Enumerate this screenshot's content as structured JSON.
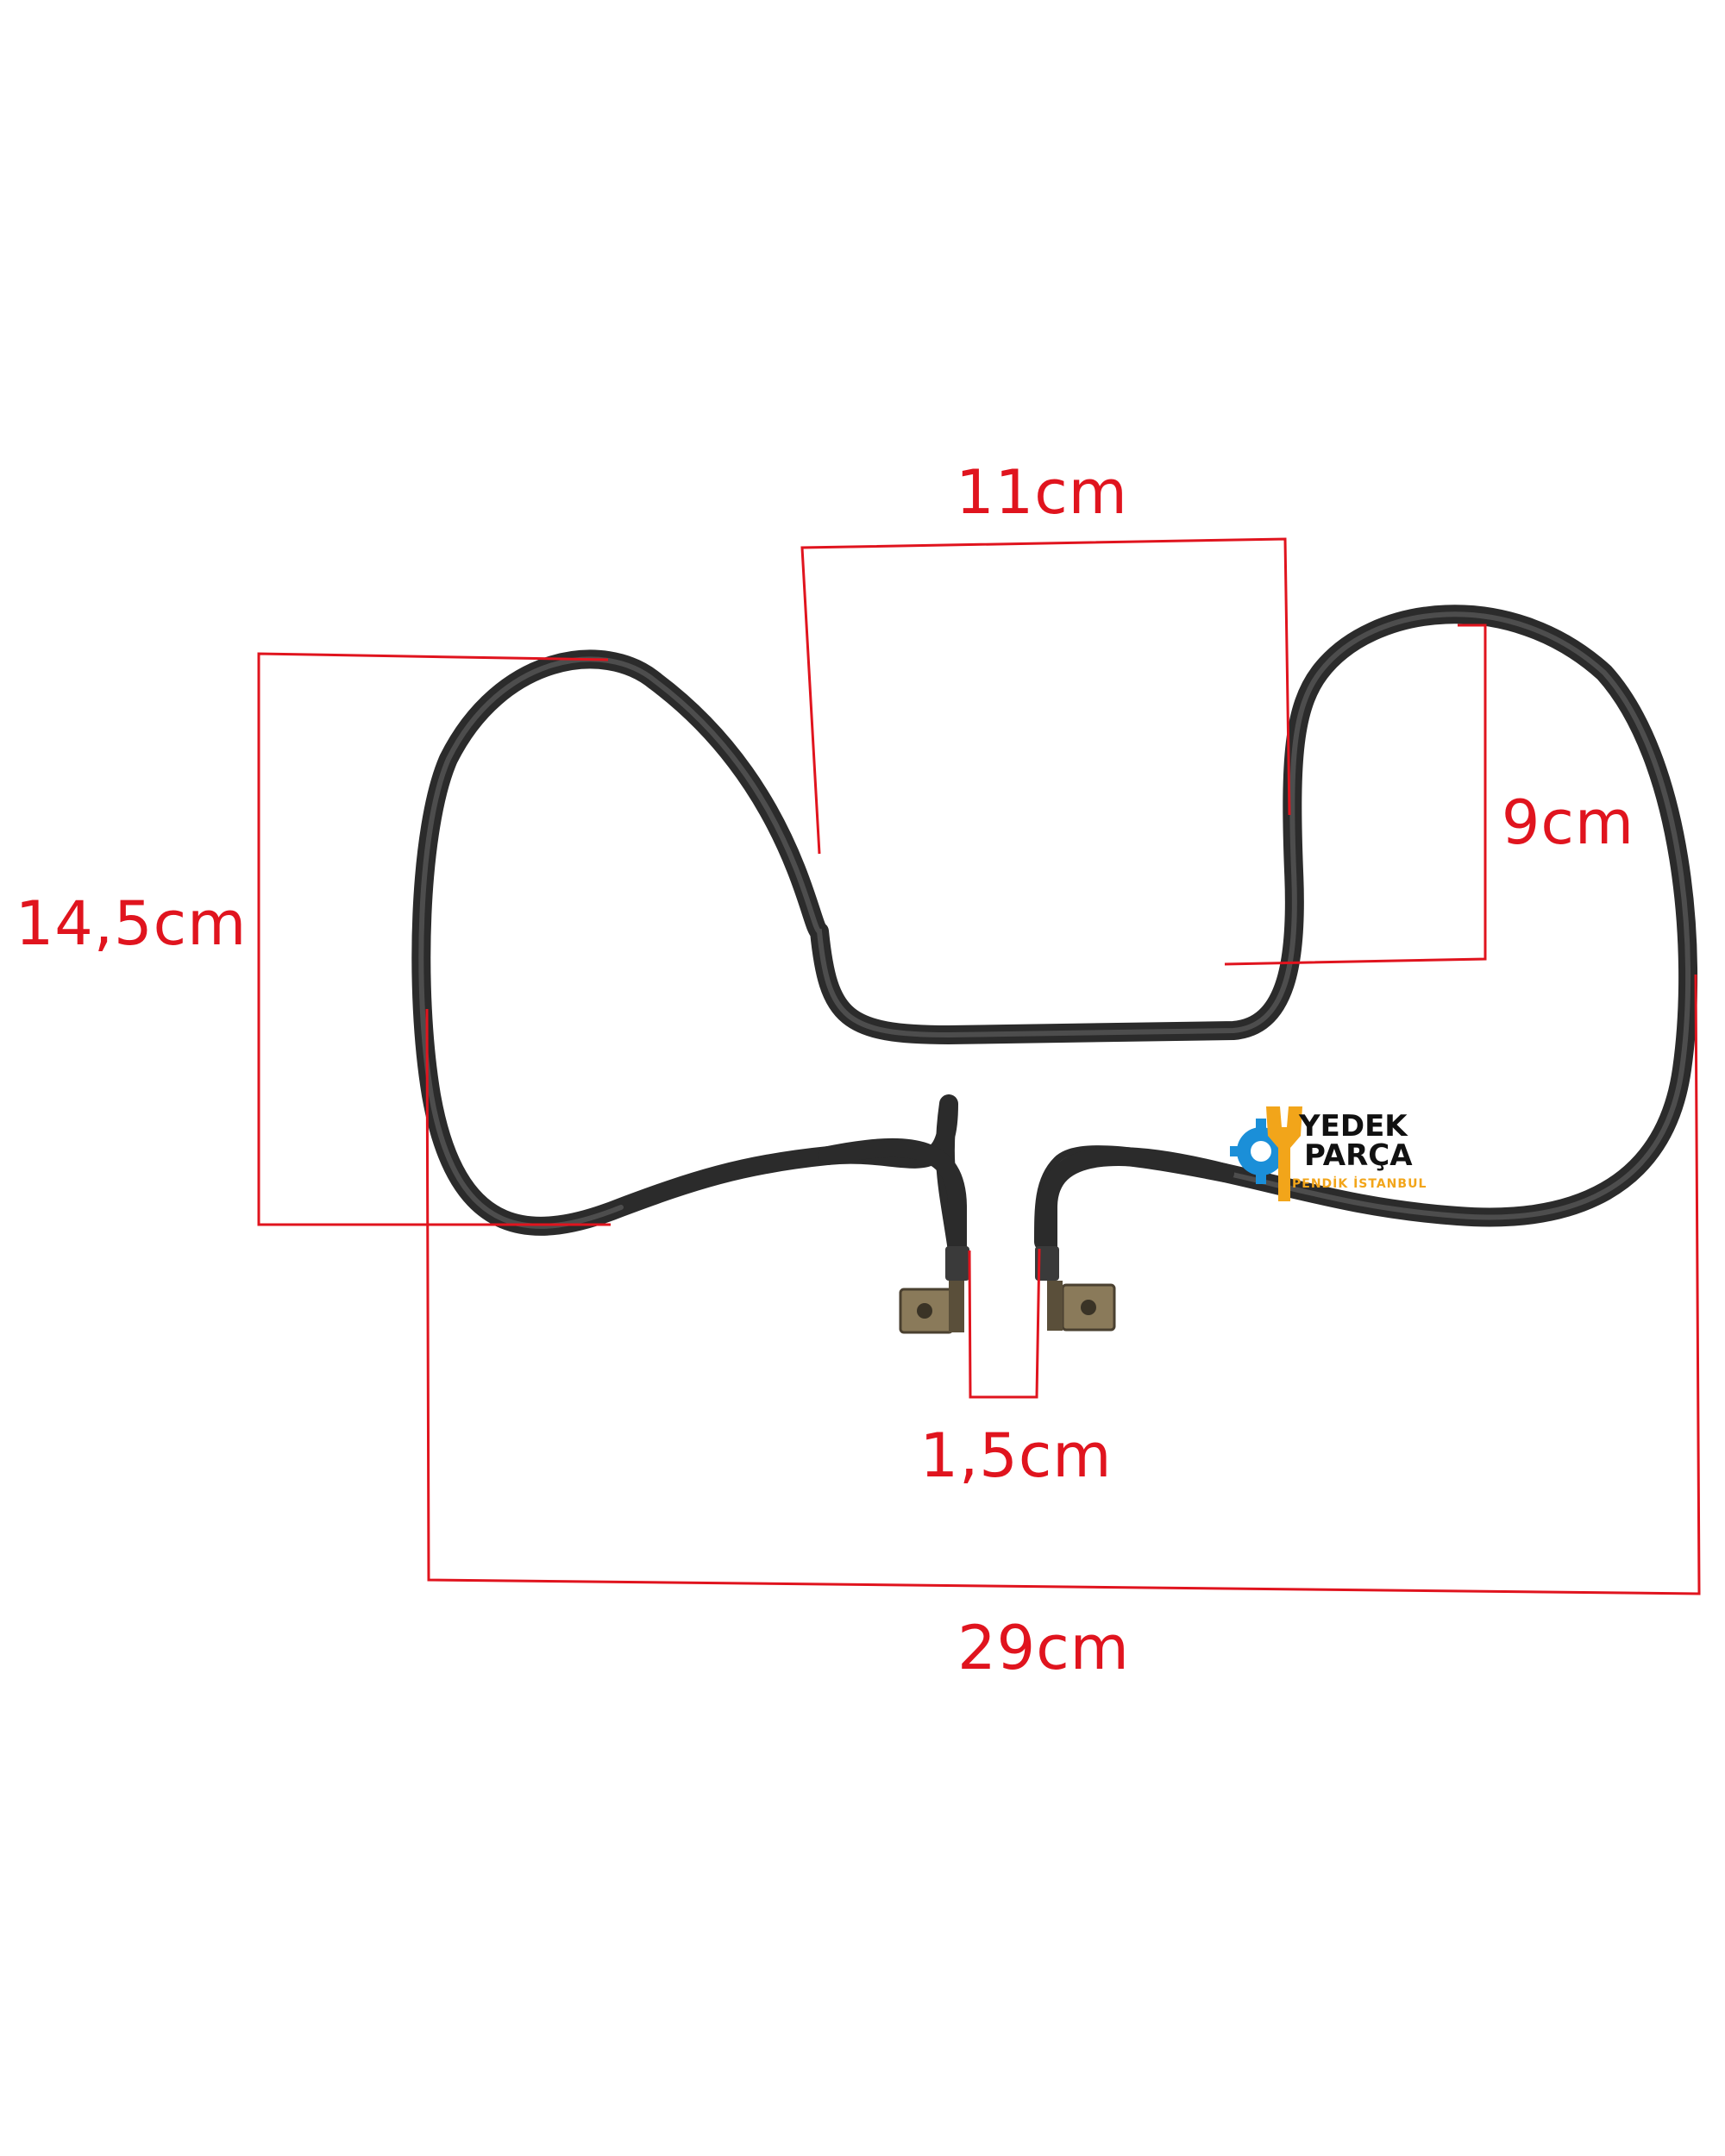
{
  "dimensions": {
    "top_width": "11cm",
    "left_height": "14,5cm",
    "right_height": "9cm",
    "terminal_gap": "1,5cm",
    "total_width": "29cm"
  },
  "logo": {
    "line1": "YEDEK",
    "line2": "PARÇA",
    "line3": "PENDİK İSTANBUL"
  },
  "colors": {
    "dimension": "#e0141e",
    "element": "#2b2b2b",
    "logo_blue": "#1b8fd8",
    "logo_yellow": "#f2a51a"
  }
}
